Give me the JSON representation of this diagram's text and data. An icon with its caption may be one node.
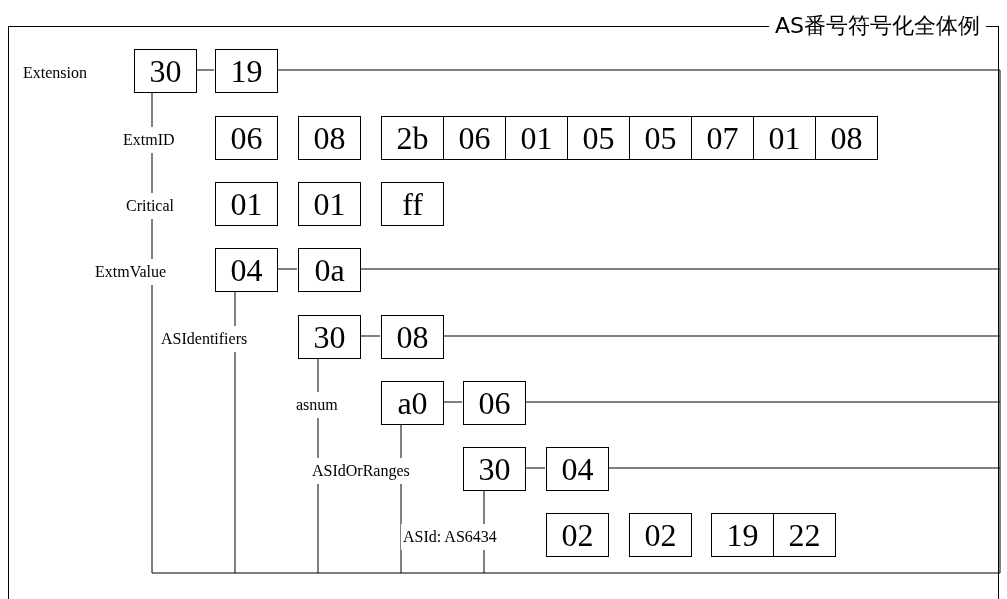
{
  "diagram": {
    "nodes": [
      {
        "text": [
          "AS番号符号化全体例"
        ]
      },
      {
        "text": [
          "30"
        ],
        "in": 0
      },
      {
        "text": [
          "19"
        ],
        "in": 0
      },
      {
        "text": [
          "06"
        ],
        "in": 0
      },
      {
        "text": [
          "08"
        ],
        "in": 0
      },
      {
        "text": [
          "2b"
        ],
        "in": 0
      },
      {
        "text": [
          "06"
        ],
        "in": 0
      },
      {
        "text": [
          "01"
        ],
        "in": 0
      },
      {
        "text": [
          "05"
        ],
        "in": 0
      },
      {
        "text": [
          "05"
        ],
        "in": 0
      },
      {
        "text": [
          "07"
        ],
        "in": 0
      },
      {
        "text": [
          "01"
        ],
        "in": 0
      },
      {
        "text": [
          "08"
        ],
        "in": 0
      },
      {
        "text": [
          "01"
        ],
        "in": 0
      },
      {
        "text": [
          "01"
        ],
        "in": 0
      },
      {
        "text": [
          "ff"
        ],
        "in": 0
      },
      {
        "text": [
          "04"
        ],
        "in": 0
      },
      {
        "text": [
          "0a"
        ],
        "in": 0
      },
      {
        "text": [
          "30"
        ],
        "in": 0
      },
      {
        "text": [
          "08"
        ],
        "in": 0
      },
      {
        "text": [
          "a0"
        ],
        "in": 0
      },
      {
        "text": [
          "06"
        ],
        "in": 0
      },
      {
        "text": [
          "30"
        ],
        "in": 0
      },
      {
        "text": [
          "04"
        ],
        "in": 0
      },
      {
        "text": [
          "02"
        ],
        "in": 0
      },
      {
        "text": [
          "02"
        ],
        "in": 0
      },
      {
        "text": [
          "19"
        ],
        "in": 0
      },
      {
        "text": [
          "22"
        ],
        "in": 0
      }
    ],
    "edges": [
      {
        "from": 1,
        "to": 2,
        "arrow": "none"
      },
      {
        "from": 16,
        "to": 17,
        "arrow": "none"
      },
      {
        "from": 18,
        "to": 19,
        "arrow": "none"
      },
      {
        "from": 20,
        "to": 21,
        "arrow": "none"
      },
      {
        "from": 22,
        "to": 23,
        "arrow": "none"
      }
    ],
    "labels": [
      "Extension",
      "ExtmID",
      "Critical",
      "ExtmValue",
      "ASIdentifiers",
      "asnum",
      "ASIdOrRanges",
      "ASId: AS6434"
    ]
  }
}
